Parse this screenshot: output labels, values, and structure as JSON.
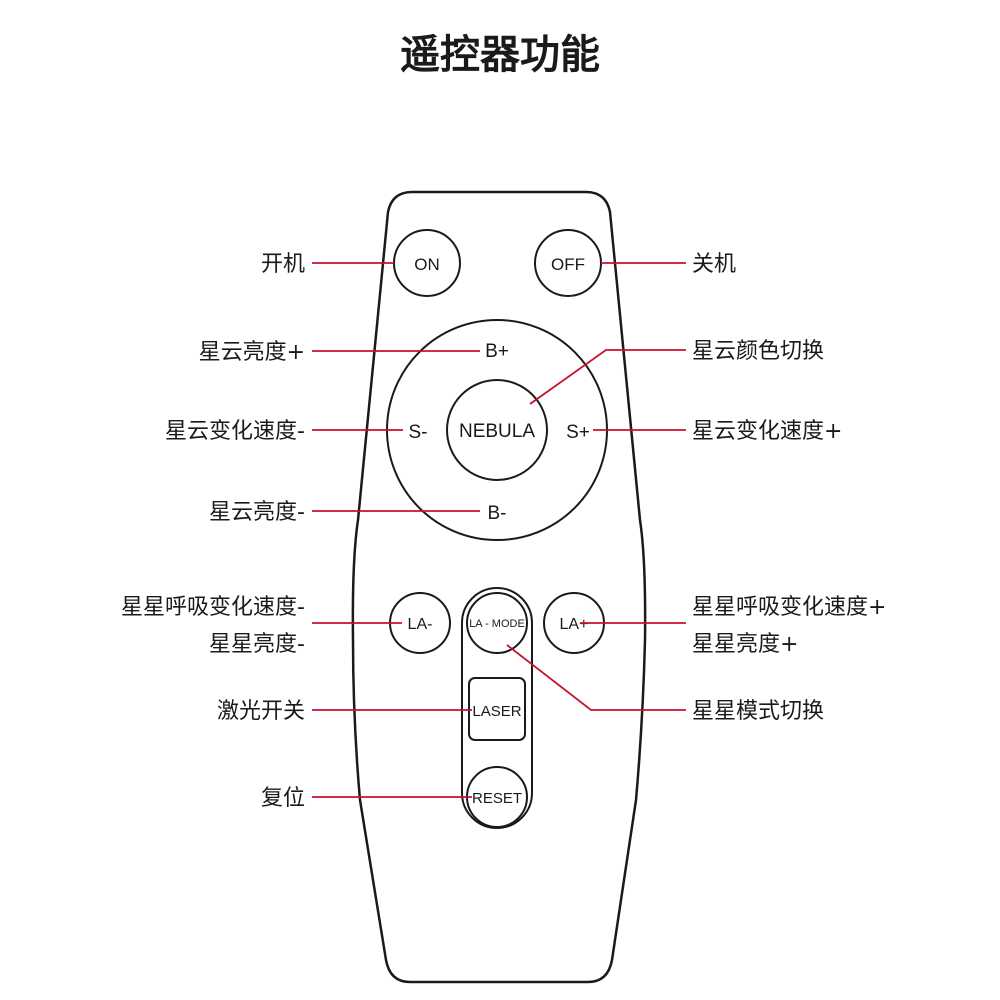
{
  "title": "遥控器功能",
  "colors": {
    "leader": "#c8102e",
    "outline": "#1a1a1a"
  },
  "buttons": {
    "on": "ON",
    "off": "OFF",
    "b_plus": "B+",
    "b_minus": "B-",
    "s_minus": "S-",
    "s_plus": "S+",
    "nebula": "NEBULA",
    "la_minus": "LA-",
    "la_mode": "LA - MODE",
    "la_plus": "LA+",
    "laser": "LASER",
    "reset": "RESET"
  },
  "labels": {
    "on": "开机",
    "off": "关机",
    "nebula_brightness_up": "星云亮度+",
    "nebula_color": "星云颜色切换",
    "nebula_speed_down": "星云变化速度-",
    "nebula_speed_up": "星云变化速度+",
    "nebula_brightness_down": "星云亮度-",
    "star_breath_speed_down": "星星呼吸变化速度-",
    "star_brightness_down": "星星亮度-",
    "star_breath_speed_up": "星星呼吸变化速度+",
    "star_brightness_up": "星星亮度+",
    "laser_switch": "激光开关",
    "star_mode": "星星模式切换",
    "reset": "复位"
  }
}
